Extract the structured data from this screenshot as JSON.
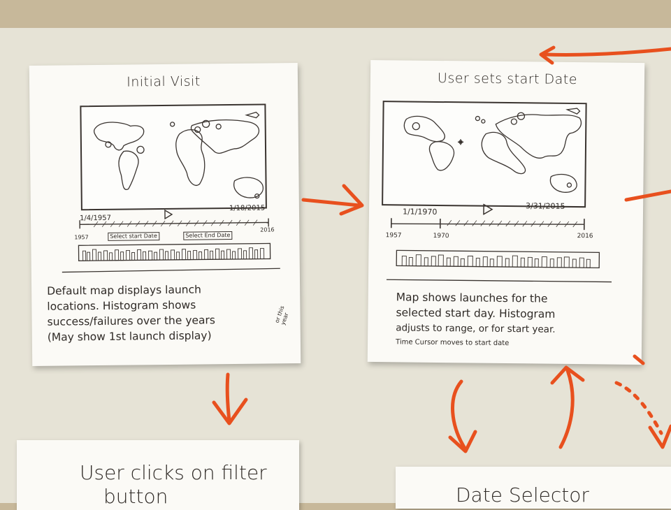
{
  "card_initial": {
    "title": "Initial Visit",
    "start_date": "1/4/1957",
    "end_date": "1/18/2015",
    "axis_start": "1957",
    "axis_end": "2016",
    "filter_label": "Select start Date",
    "filter_label_2": "Select End Date",
    "note_lines": [
      "Default map displays launch",
      "locations. Histogram shows",
      "success/failures over the years",
      "(May show 1st launch display)"
    ],
    "side_note": "or this year"
  },
  "card_start": {
    "title": "User sets start Date",
    "start_date": "1/1/1970",
    "end_date": "3/31/2015",
    "axis_start": "1957",
    "axis_mid": "1970",
    "axis_end": "2016",
    "note_lines": [
      "Map shows launches for the",
      "selected start day. Histogram",
      "adjusts to range, or for start year."
    ],
    "note_small": "Time Cursor moves to start date"
  },
  "bottom_left": {
    "text_line1": "User clicks on filter",
    "text_line2": "button"
  },
  "bottom_right": {
    "text": "Date Selector"
  },
  "colors": {
    "arrow": "#e8501e",
    "ink": "#2f2a26",
    "paper": "#fbfaf6",
    "board": "#e6e3d6"
  }
}
